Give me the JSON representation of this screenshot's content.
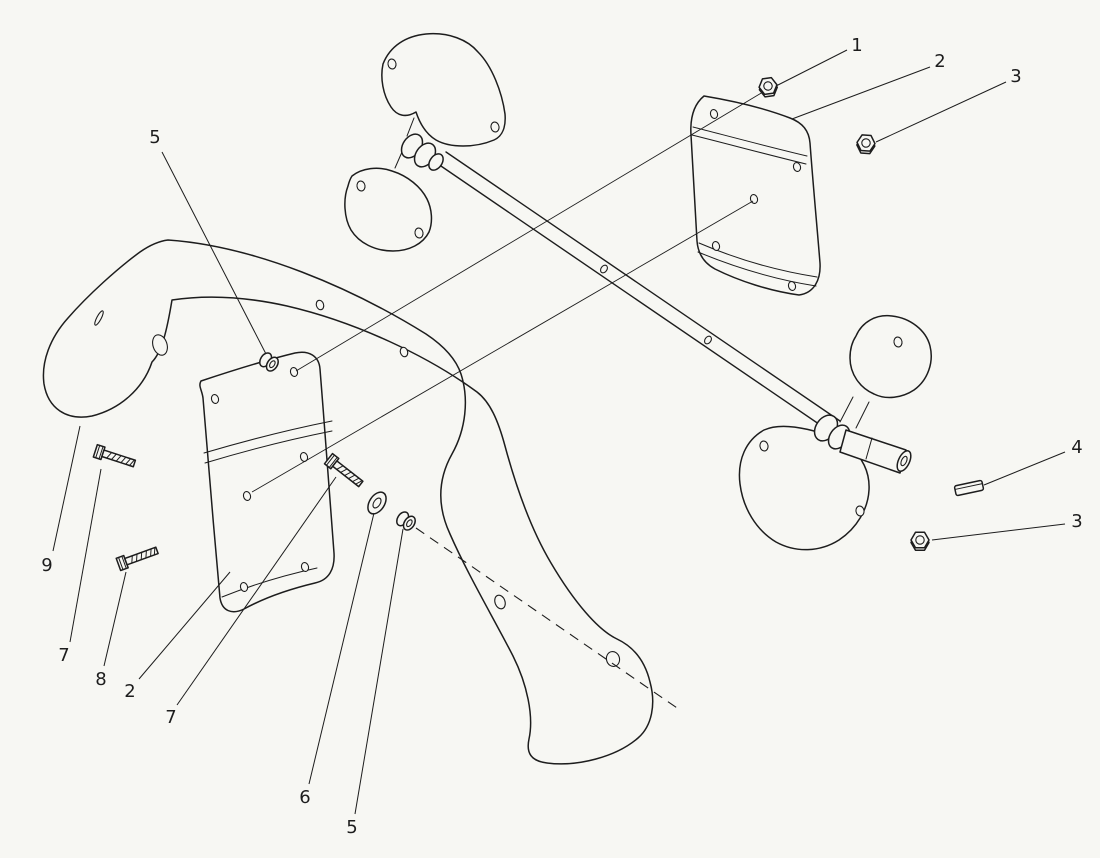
{
  "figure": {
    "background": "#f7f7f3",
    "ink": "#1d1d1d",
    "type": "exploded-parts-diagram"
  },
  "callouts": [
    {
      "label": "5",
      "points_to": "bushing"
    },
    {
      "label": "1",
      "points_to": "hex-nut"
    },
    {
      "label": "2",
      "points_to": "mounting-plate"
    },
    {
      "label": "3",
      "points_to": "hex-nut"
    },
    {
      "label": "4",
      "points_to": "shaft-key"
    },
    {
      "label": "3",
      "points_to": "hex-nut"
    },
    {
      "label": "9",
      "points_to": "housing-side-panel"
    },
    {
      "label": "7",
      "points_to": "hex-bolt"
    },
    {
      "label": "8",
      "points_to": "hex-bolt"
    },
    {
      "label": "2",
      "points_to": "mounting-plate"
    },
    {
      "label": "7",
      "points_to": "hex-bolt"
    },
    {
      "label": "6",
      "points_to": "flat-washer"
    },
    {
      "label": "5",
      "points_to": "bushing"
    }
  ]
}
